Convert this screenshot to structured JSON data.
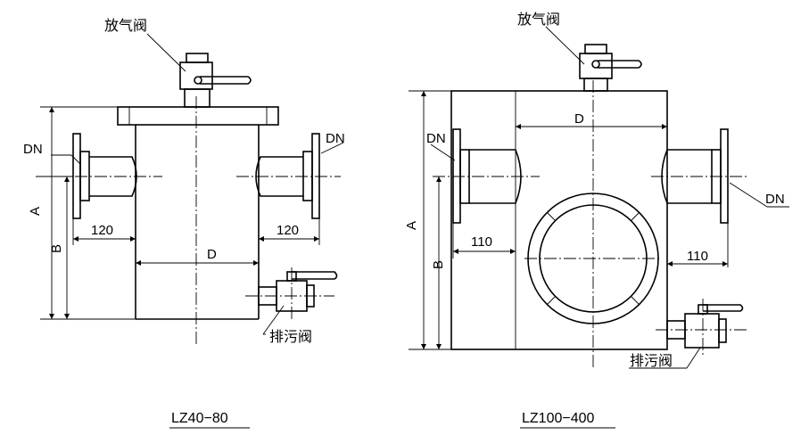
{
  "left": {
    "vent_valve": "放气阀",
    "drain_valve": "排污阀",
    "dn_left": "DN",
    "dn_right": "DN",
    "dim_a": "A",
    "dim_b": "B",
    "dim_d": "D",
    "dim_left": "120",
    "dim_right": "120",
    "caption": "LZ40−80"
  },
  "right": {
    "vent_valve": "放气阀",
    "drain_valve": "排污阀",
    "dn_left": "DN",
    "dn_right": "DN",
    "dim_a": "A",
    "dim_b": "B",
    "dim_d": "D",
    "dim_left": "110",
    "dim_right": "110",
    "caption": "LZ100−400"
  }
}
